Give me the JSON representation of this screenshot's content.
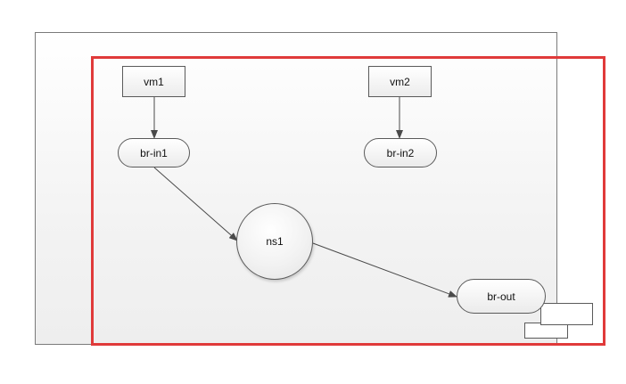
{
  "diagram": {
    "nodes": {
      "vm1": "vm1",
      "vm2": "vm2",
      "br_in1": "br-in1",
      "br_in2": "br-in2",
      "ns1": "ns1",
      "br_out": "br-out"
    },
    "edges": [
      {
        "from": "vm1",
        "to": "br-in1"
      },
      {
        "from": "vm2",
        "to": "br-in2"
      },
      {
        "from": "br-in1",
        "to": "ns1"
      },
      {
        "from": "ns1",
        "to": "br-out"
      }
    ],
    "colors": {
      "highlight_frame": "#e03a3a",
      "stroke": "#5a5a5a",
      "arrow": "#4a4a4a"
    }
  }
}
